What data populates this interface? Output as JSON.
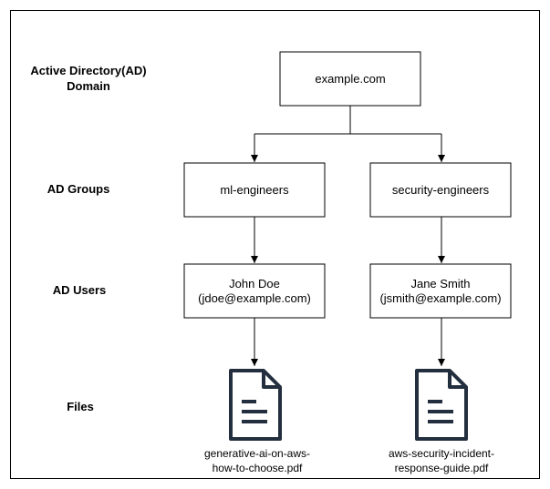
{
  "rows": {
    "domain_label_line1": "Active Directory(AD)",
    "domain_label_line2": "Domain",
    "groups_label": "AD Groups",
    "users_label": "AD Users",
    "files_label": "Files"
  },
  "domain": {
    "name": "example.com"
  },
  "groups": [
    {
      "name": "ml-engineers"
    },
    {
      "name": "security-engineers"
    }
  ],
  "users": [
    {
      "name": "John Doe",
      "email": "(jdoe@example.com)"
    },
    {
      "name": "Jane Smith",
      "email": "(jsmith@example.com)"
    }
  ],
  "files": [
    {
      "icon": "document-icon",
      "caption_line1": "generative-ai-on-aws-",
      "caption_line2": "how-to-choose.pdf"
    },
    {
      "icon": "document-icon",
      "caption_line1": "aws-security-incident-",
      "caption_line2": "response-guide.pdf"
    }
  ],
  "colors": {
    "stroke": "#000000",
    "icon": "#232f3e",
    "background": "#ffffff"
  }
}
